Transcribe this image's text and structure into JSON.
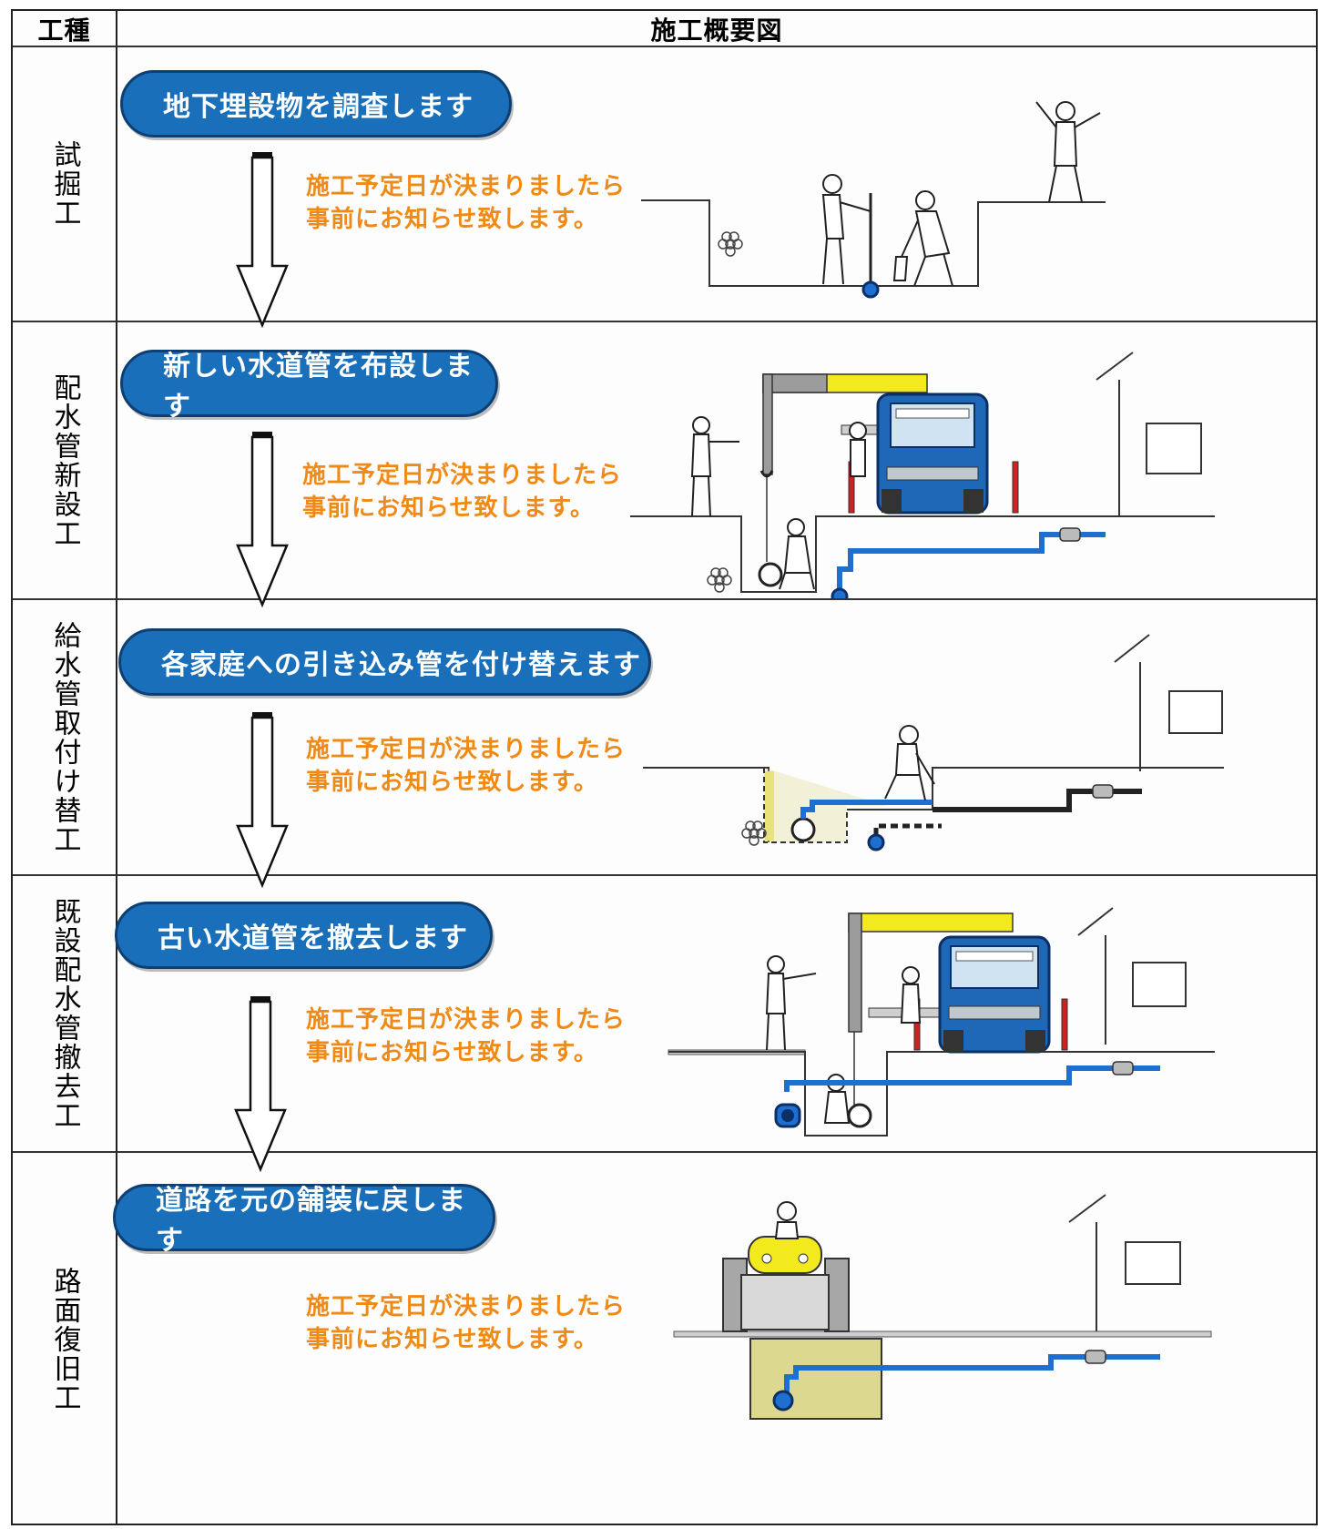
{
  "header": {
    "col_type": "工種",
    "col_overview": "施工概要図"
  },
  "steps": [
    {
      "type": "試掘工",
      "title": "地下埋設物を調査します",
      "notice_line1": "施工予定日が決まりましたら",
      "notice_line2": "事前にお知らせ致します。"
    },
    {
      "type": "配水管新設工",
      "title": "新しい水道管を布設します",
      "notice_line1": "施工予定日が決まりましたら",
      "notice_line2": "事前にお知らせ致します。"
    },
    {
      "type": "給水管取付け替工",
      "title": "各家庭への引き込み管を付け替えます",
      "notice_line1": "施工予定日が決まりましたら",
      "notice_line2": "事前にお知らせ致します。"
    },
    {
      "type": "既設配水管撤去工",
      "title": "古い水道管を撤去します",
      "notice_line1": "施工予定日が決まりましたら",
      "notice_line2": "事前にお知らせ致します。"
    },
    {
      "type": "路面復旧工",
      "title": "道路を元の舗装に戻します",
      "notice_line1": "施工予定日が決まりましたら",
      "notice_line2": "事前にお知らせ致します。"
    }
  ],
  "colors": {
    "pill_blue": "#1a6fba",
    "notice_orange": "#ef8a16",
    "pipe_blue": "#1f6fd1",
    "crane_yellow": "#f2ea1c",
    "truck_blue": "#1f68b8"
  }
}
